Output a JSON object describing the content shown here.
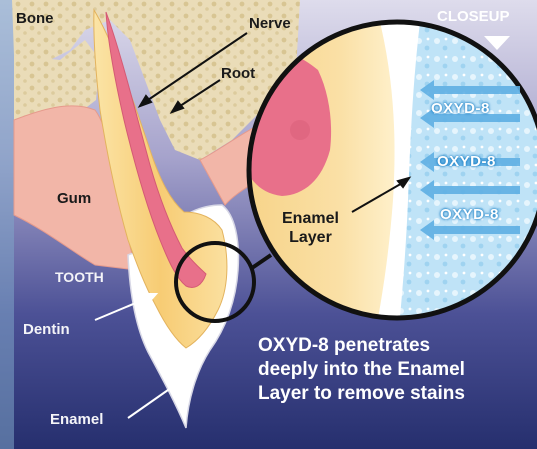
{
  "labels": {
    "bone": "Bone",
    "nerve": "Nerve",
    "root": "Root",
    "gum": "Gum",
    "tooth": "TOOTH",
    "dentin": "Dentin",
    "enamel": "Enamel",
    "enamel_layer_line1": "Enamel",
    "enamel_layer_line2": "Layer",
    "closeup": "CLOSEUP"
  },
  "oxyd_labels": [
    "OXYD-8",
    "OXYD-8",
    "OXYD-8"
  ],
  "caption": {
    "line1": "OXYD-8 penetrates",
    "line2": "deeply into the Enamel",
    "line3": "Layer to remove stains"
  },
  "colors": {
    "background_top": "#d8d6ea",
    "background_bottom": "#262f6e",
    "bone": "#eadcb8",
    "gum": "#f2b6a8",
    "dentin": "#f7cf7c",
    "pulp": "#e8708a",
    "enamel": "#ffffff",
    "oxyd_accent": "#1b7fc4"
  }
}
